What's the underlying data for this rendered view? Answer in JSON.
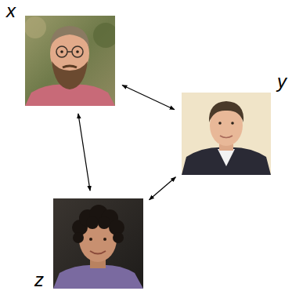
{
  "diagram": {
    "nodes": [
      {
        "text": [
          "x"
        ]
      },
      {
        "text": [
          "y"
        ]
      },
      {
        "text": [
          "z"
        ]
      }
    ],
    "edges": [
      {
        "from": 0,
        "to": 1,
        "arrow": "both"
      },
      {
        "from": 1,
        "to": 2,
        "arrow": "both"
      },
      {
        "from": 0,
        "to": 2,
        "arrow": "both"
      }
    ]
  }
}
